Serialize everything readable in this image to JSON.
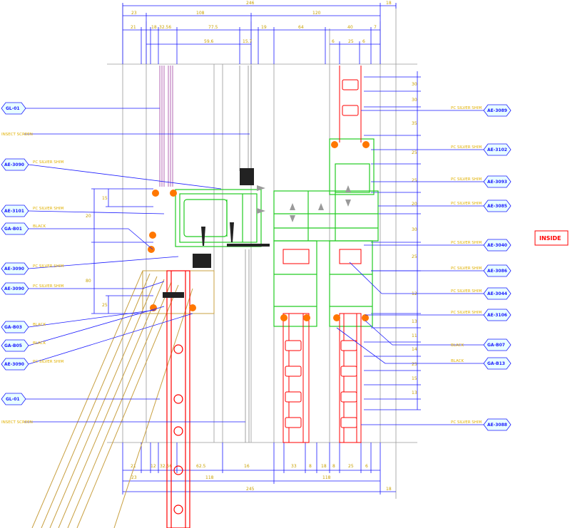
{
  "dimensions": {
    "top_overall": "246",
    "top_overall_right": "18",
    "top_row1": [
      "23",
      "108",
      "120"
    ],
    "top_row2": [
      "21",
      "18",
      "32.56",
      "77.5",
      "19",
      "64",
      "40",
      "7"
    ],
    "top_row3": [
      "59.6",
      "15.7",
      "6",
      "25",
      "6"
    ],
    "bottom_row1": [
      "21",
      "12",
      "32.56",
      "62.5",
      "16",
      "33",
      "8",
      "18",
      "8",
      "25",
      "6"
    ],
    "bottom_row2": [
      "23",
      "118",
      "118"
    ],
    "bottom_overall": "245",
    "bottom_overall_right": "18",
    "right_side": [
      "30",
      "30",
      "35",
      "25",
      "25",
      "20",
      "30",
      "25",
      "12",
      "13",
      "11",
      "14",
      "25",
      "15",
      "13"
    ],
    "left_side": [
      "15",
      "20",
      "80",
      "25"
    ]
  },
  "labels": {
    "left": [
      {
        "tag": "GL-01",
        "text": ""
      },
      {
        "tag": "",
        "text": "INSECT SCREEN"
      },
      {
        "tag": "AE-3090",
        "text": "PC SILVER SHIM"
      },
      {
        "tag": "AE-3101",
        "text": "PC SILVER SHIM"
      },
      {
        "tag": "GA-B01",
        "text": "BLACK"
      },
      {
        "tag": "AE-3090",
        "text": "PC SILVER SHIM"
      },
      {
        "tag": "AE-3090",
        "text": "PC SILVER SHIM"
      },
      {
        "tag": "GA-B03",
        "text": "BLACK"
      },
      {
        "tag": "GA-B05",
        "text": "BLACK"
      },
      {
        "tag": "AE-3090",
        "text": "PC SILVER SHIM"
      },
      {
        "tag": "GL-01",
        "text": ""
      },
      {
        "tag": "",
        "text": "INSECT SCREEN"
      }
    ],
    "right": [
      {
        "tag": "AE-3089",
        "text": "PC SILVER SHIM"
      },
      {
        "tag": "AE-3102",
        "text": "PC SILVER SHIM"
      },
      {
        "tag": "AE-3093",
        "text": "PC SILVER SHIM"
      },
      {
        "tag": "AE-3085",
        "text": "PC SILVER SHIM"
      },
      {
        "tag": "AE-3040",
        "text": "PC SILVER SHIM"
      },
      {
        "tag": "AE-3086",
        "text": "PC SILVER SHIM"
      },
      {
        "tag": "AE-3044",
        "text": "PC SILVER SHIM"
      },
      {
        "tag": "AE-3106",
        "text": "PC SILVER SHIM"
      },
      {
        "tag": "GA-B07",
        "text": "BLACK"
      },
      {
        "tag": "GA-B13",
        "text": "BLACK"
      },
      {
        "tag": "AE-3088",
        "text": "PC SILVER SHIM"
      }
    ],
    "inside": "INSIDE"
  },
  "colors": {
    "dimension": "#1a1aff",
    "dimension_text": "#c8a000",
    "profile_green": "#22cc22",
    "profile_red": "#ff0000",
    "gasket_orange": "#ff7700",
    "glass": "#a040a0",
    "sash_tan": "#c8a040",
    "label_text": "#e0b000",
    "tag_fill": "#e8ffff"
  }
}
